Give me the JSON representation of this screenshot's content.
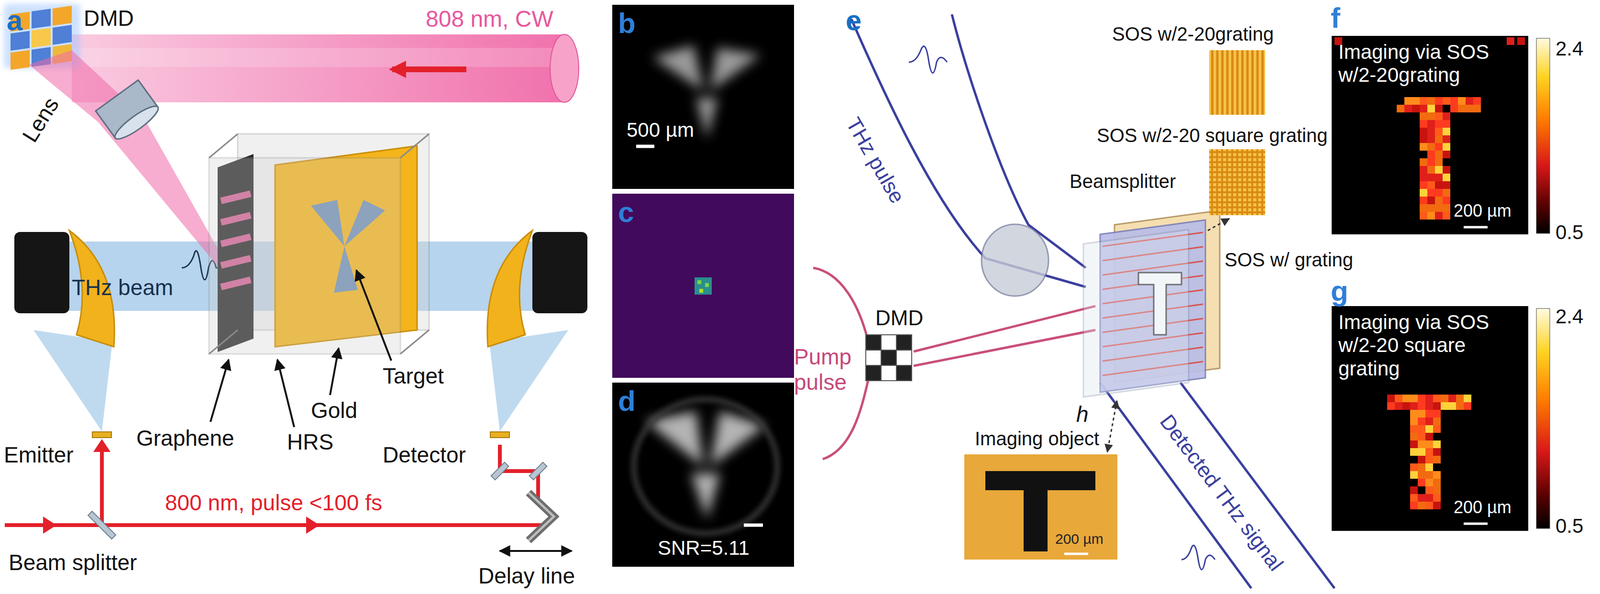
{
  "diagram": {
    "nodes": [
      {
        "text": [
          "b",
          "500 µm"
        ]
      },
      {
        "text": [
          "c"
        ]
      },
      {
        "text": [
          "d",
          "SNR=5.11"
        ]
      },
      {
        "text": [
          "SOS w/2-20grating"
        ]
      },
      {
        "text": [
          "SOS w/2-20 square grating"
        ]
      },
      {
        "text": [
          "Imaging object",
          "200 µm"
        ]
      },
      {
        "text": [
          "f",
          "Imaging via SOS w/2-20grating",
          "200 µm"
        ]
      },
      {
        "text": [
          "g",
          "Imaging via SOS w/2-20 square grating",
          "200 µm"
        ]
      }
    ],
    "labels": [
      "a",
      "DMD",
      "808 nm, CW",
      "Lens",
      "THz beam",
      "Graphene",
      "Gold",
      "HRS",
      "Target",
      "Emitter",
      "Detector",
      "800 nm, pulse <100 fs",
      "Beam splitter",
      "Delay line",
      "e",
      "THz pulse",
      "Pump pulse",
      "DMD",
      "Beamsplitter",
      "SOS w/ grating",
      "h",
      "Detected THz signal",
      "2.4",
      "0.5",
      "2.4",
      "0.5"
    ]
  }
}
